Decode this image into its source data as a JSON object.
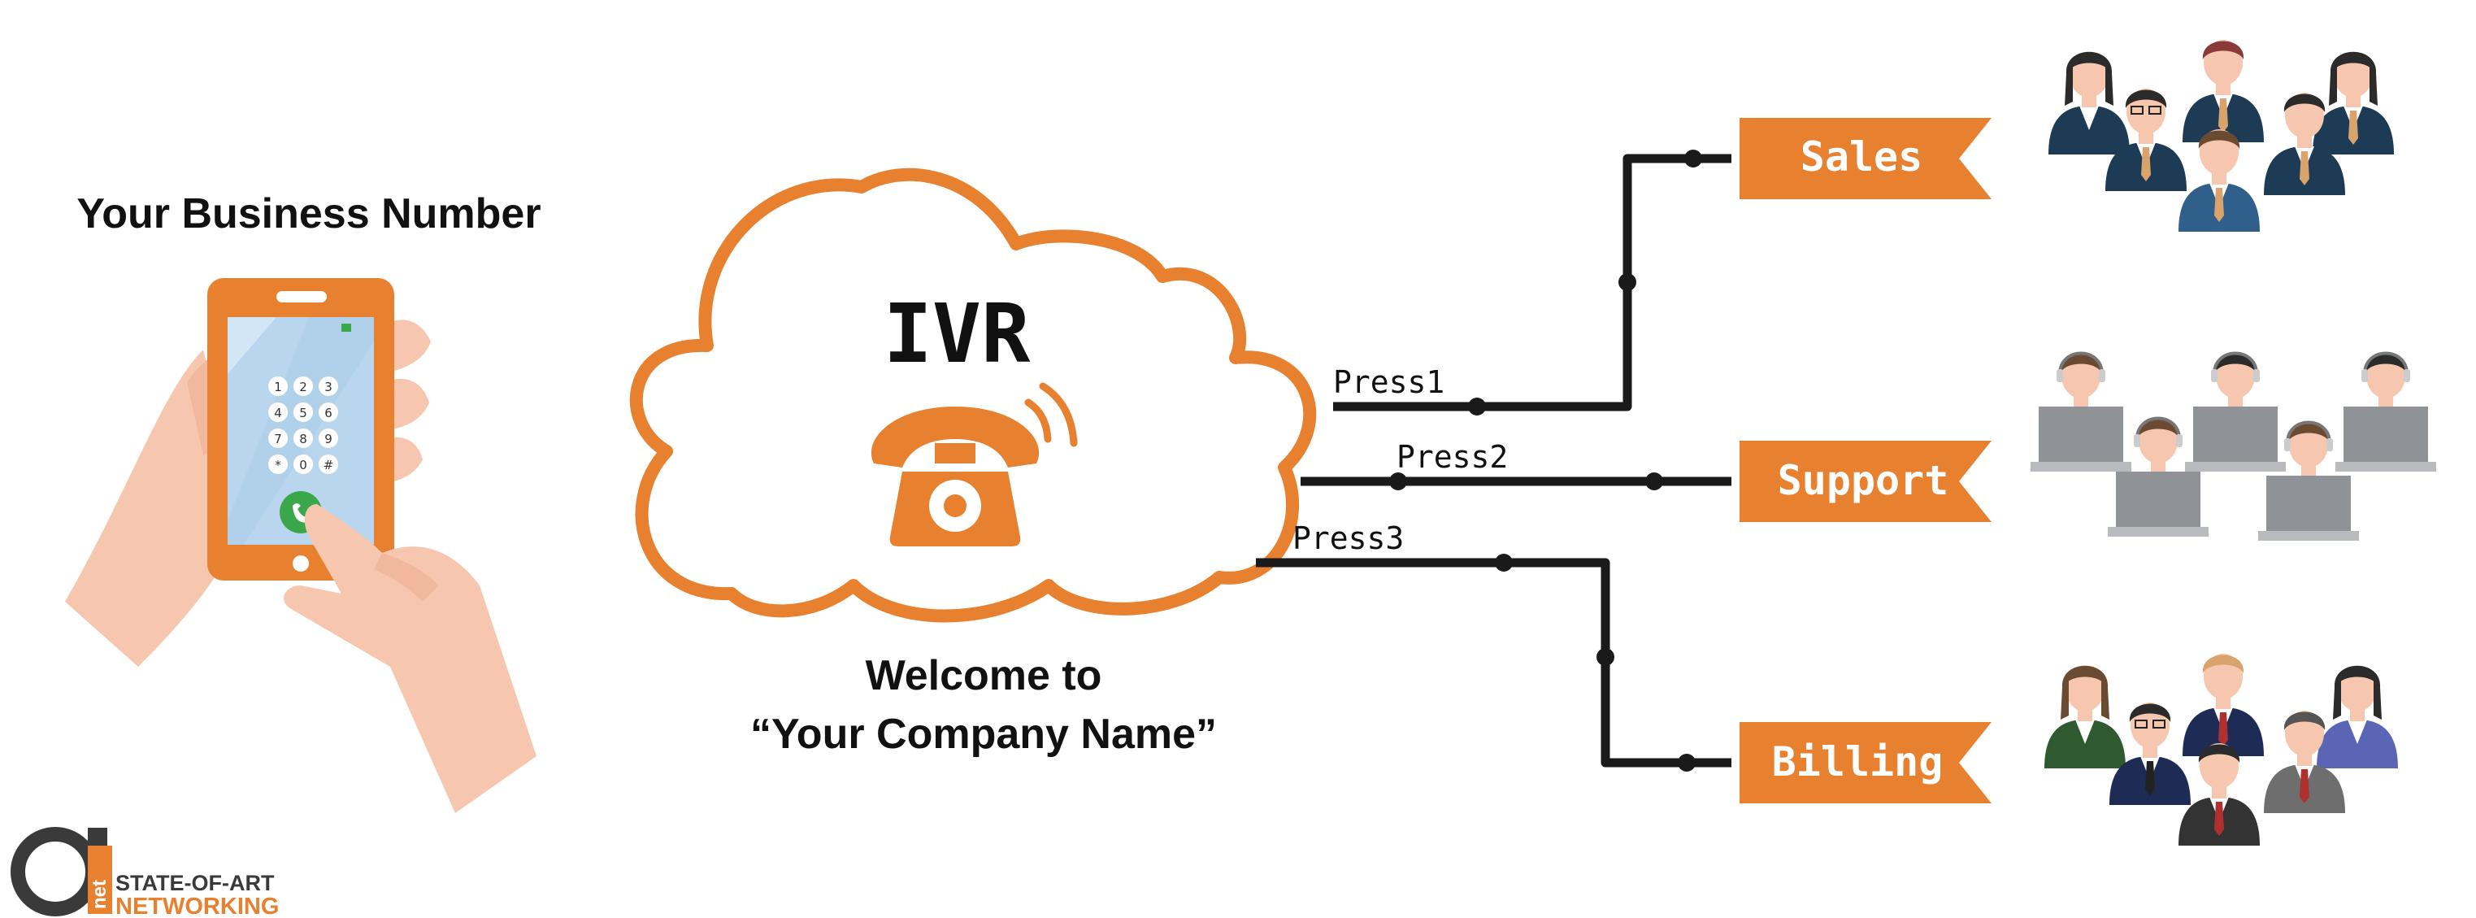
{
  "left": {
    "title": "Your Business Number",
    "keypad": [
      "1",
      "2",
      "3",
      "4",
      "5",
      "6",
      "7",
      "8",
      "9",
      "*",
      "0",
      "#"
    ]
  },
  "ivr": {
    "label": "IVR",
    "welcome_line1": "Welcome to",
    "welcome_line2": "“Your Company Name”"
  },
  "options": [
    {
      "press": "Press1",
      "department": "Sales"
    },
    {
      "press": "Press2",
      "department": "Support"
    },
    {
      "press": "Press3",
      "department": "Billing"
    }
  ],
  "logo": {
    "mark": "a",
    "net": "net",
    "line1": "STATE-OF-ART",
    "line2": "NETWORKING"
  },
  "colors": {
    "accent": "#E8812F",
    "line": "#1a1a1a",
    "text": "#111111",
    "phone_screen": "#b9d6ee",
    "call_green": "#3aa84a",
    "skin": "#f6c7ae",
    "shirt_blue": "#2f5f8a",
    "shirt_dark": "#1d3b55",
    "hair": "#2b2b2b",
    "monitor_grey": "#8f9296"
  }
}
